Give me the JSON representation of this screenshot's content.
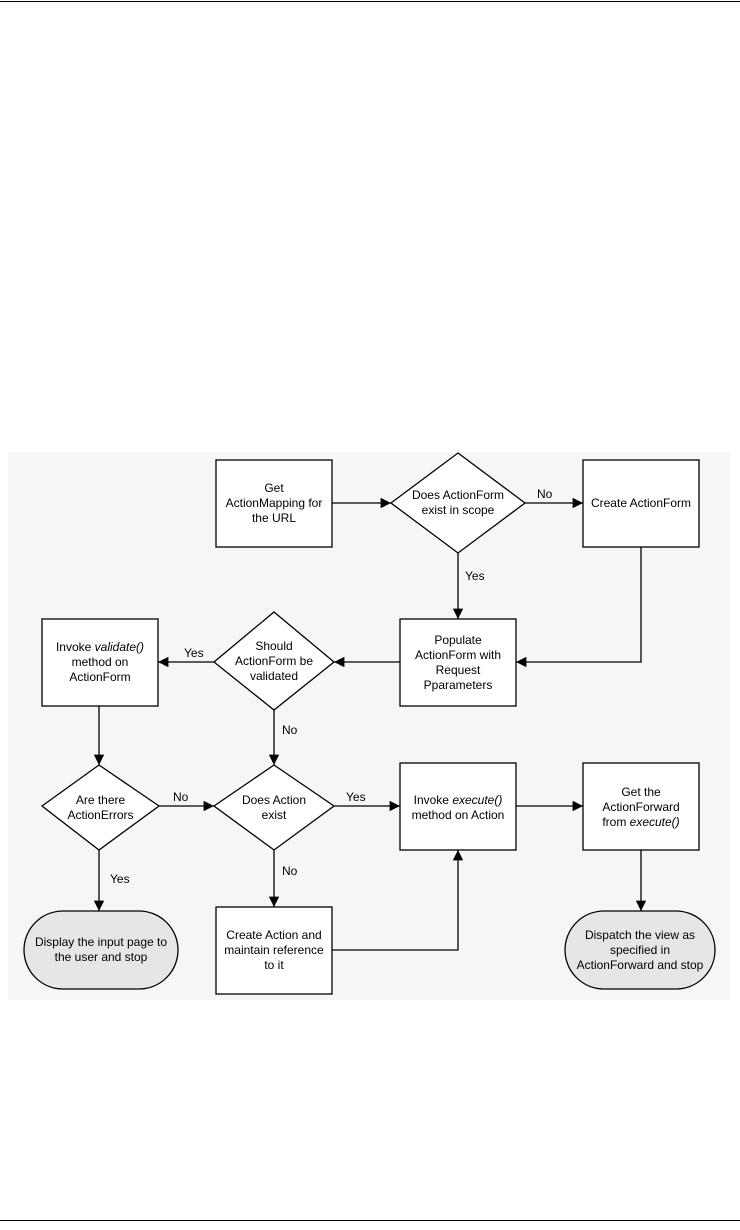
{
  "flowchart": {
    "nodes": {
      "get_mapping": {
        "lines": [
          "Get",
          "ActionMapping for",
          "the URL"
        ]
      },
      "form_exists": {
        "lines": [
          "Does ActionForm",
          "exist in scope"
        ]
      },
      "create_form": {
        "lines": [
          "Create ActionForm"
        ]
      },
      "populate_form": {
        "lines": [
          "Populate",
          "ActionForm with",
          "Request",
          "Pparameters"
        ]
      },
      "should_validate": {
        "lines": [
          "Should",
          "ActionForm be",
          "validated"
        ]
      },
      "invoke_validate": {
        "pre": "Invoke ",
        "code": "validate()",
        "rest": [
          "method on",
          "ActionForm"
        ]
      },
      "are_errors": {
        "lines": [
          "Are there",
          "ActionErrors"
        ]
      },
      "action_exists": {
        "lines": [
          "Does Action",
          "exist"
        ]
      },
      "invoke_execute": {
        "pre": "Invoke ",
        "code": "execute()",
        "rest": [
          "method on Action"
        ]
      },
      "get_forward": {
        "lines": [
          "Get the",
          "ActionForward"
        ],
        "pre": "from ",
        "code": "execute()"
      },
      "display_input": {
        "lines": [
          "Display the input page to",
          "the user and stop"
        ]
      },
      "create_action": {
        "lines": [
          "Create Action and",
          "maintain reference",
          "to it"
        ]
      },
      "dispatch_view": {
        "lines": [
          "Dispatch the view as",
          "specified in",
          "ActionForward and stop"
        ]
      }
    },
    "edge_labels": {
      "form_exists_no": "No",
      "form_exists_yes": "Yes",
      "should_validate_yes": "Yes",
      "should_validate_no": "No",
      "are_errors_no": "No",
      "are_errors_yes": "Yes",
      "action_exists_yes": "Yes",
      "action_exists_no": "No"
    },
    "colors": {
      "background": "#f6f6f6",
      "terminal_fill": "#e6e6e6",
      "process_fill": "#ffffff",
      "stroke": "#000000"
    }
  }
}
